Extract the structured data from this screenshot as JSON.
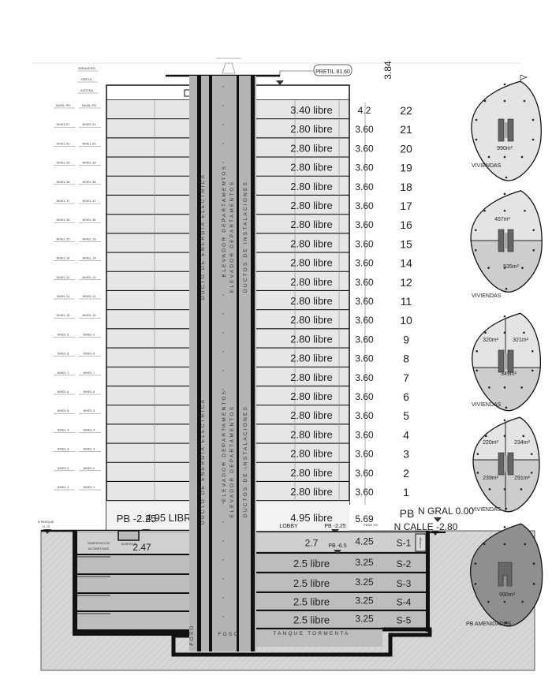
{
  "roof": {
    "pretil_label": "PRETIL 81.60",
    "pretil_height": "3.84",
    "top_labels": [
      "MIRADERO",
      "PRETIL",
      "AZOTEA"
    ]
  },
  "floors": [
    {
      "num": "22",
      "clear": "3.40 libre",
      "height": "4.2",
      "level": "NIVEL PH"
    },
    {
      "num": "21",
      "clear": "2.80 libre",
      "height": "3.60",
      "level": "NIVEL 21"
    },
    {
      "num": "20",
      "clear": "2.80 libre",
      "height": "3.60",
      "level": "NIVEL 20"
    },
    {
      "num": "19",
      "clear": "2.80 libre",
      "height": "3.60",
      "level": "NIVEL 19"
    },
    {
      "num": "18",
      "clear": "2.80 libre",
      "height": "3.60",
      "level": "NIVEL 18"
    },
    {
      "num": "17",
      "clear": "2.80 libre",
      "height": "3.60",
      "level": "NIVEL 17"
    },
    {
      "num": "16",
      "clear": "2.80 libre",
      "height": "3.60",
      "level": "NIVEL 16"
    },
    {
      "num": "15",
      "clear": "2.80 libre",
      "height": "3.60",
      "level": "NIVEL 15"
    },
    {
      "num": "14",
      "clear": "2.80 libre",
      "height": "3.60",
      "level": "NIVEL 14"
    },
    {
      "num": "12",
      "clear": "2.80 libre",
      "height": "3.60",
      "level": "NIVEL 12"
    },
    {
      "num": "11",
      "clear": "2.80 libre",
      "height": "3.60",
      "level": "NIVEL 11"
    },
    {
      "num": "10",
      "clear": "2.80 libre",
      "height": "3.60",
      "level": "NIVEL 10"
    },
    {
      "num": "9",
      "clear": "2.80 libre",
      "height": "3.60",
      "level": "NIVEL 9"
    },
    {
      "num": "8",
      "clear": "2.80 libre",
      "height": "3.60",
      "level": "NIVEL 8"
    },
    {
      "num": "7",
      "clear": "2.80 libre",
      "height": "3.60",
      "level": "NIVEL 7"
    },
    {
      "num": "6",
      "clear": "2.80 libre",
      "height": "3.60",
      "level": "NIVEL 6"
    },
    {
      "num": "5",
      "clear": "2.80 libre",
      "height": "3.60",
      "level": "NIVEL 5"
    },
    {
      "num": "4",
      "clear": "2.80 libre",
      "height": "3.60",
      "level": "NIVEL 4"
    },
    {
      "num": "3",
      "clear": "2.80 libre",
      "height": "3.60",
      "level": "NIVEL 3"
    },
    {
      "num": "2",
      "clear": "2.80 libre",
      "height": "3.60",
      "level": "NIVEL 2"
    },
    {
      "num": "1",
      "clear": "2.80 libre",
      "height": "3.60",
      "level": "NIVEL 1"
    }
  ],
  "ground": {
    "left_level": "PB -2.25",
    "left_clear": "4.95 LIBRE",
    "right_clear": "4.95 libre",
    "lobby": "LOBBY",
    "right_level": "PB -2.25",
    "height": "5.69",
    "pb": "PB",
    "n_gral": "N GRAL 0.00",
    "n_calle": "N CALLE -2.80",
    "n_parque": "N PARQUE",
    "n_parque_val": "+2.75",
    "pend_left": "PEND 2%",
    "pend_right": "PEND 4%"
  },
  "basement_left": {
    "substation": "SUBESTACION",
    "acometidas": "ACOMETIDAS",
    "alberca": "ALBERCA",
    "alberca_height": "2.47"
  },
  "basements": [
    {
      "name": "S-1",
      "clear": "2.7",
      "level": "PB -6.5",
      "height": "4.25",
      "bodega": "bodega"
    },
    {
      "name": "S-2",
      "clear": "2.5 libre",
      "height": "3.25"
    },
    {
      "name": "S-3",
      "clear": "2.5 libre",
      "height": "3.25"
    },
    {
      "name": "S-4",
      "clear": "2.5 libre",
      "height": "3.25"
    },
    {
      "name": "S-5",
      "clear": "2.5 libre",
      "height": "3.25"
    }
  ],
  "core": {
    "ducto_energia": "DUCTO DE ENERGIA ELECTRICA",
    "elevador": "ELEVADOR DEPARTAMENTOS",
    "ductos_inst": "DUCTOS DE INSTALACIONES",
    "foso": "FOSO",
    "tanque": "TANQUE TORMENTA"
  },
  "plans": [
    {
      "label": "VIVIENDAS",
      "areas": [
        "990m²"
      ],
      "split": "none"
    },
    {
      "label": "VIVIENDAS",
      "areas": [
        "457m²",
        "535m²"
      ],
      "split": "half"
    },
    {
      "label": "VIVIENDAS",
      "areas": [
        "320m²",
        "321m²",
        "349m²"
      ],
      "split": "three"
    },
    {
      "label": "VIVIENDAS",
      "areas": [
        "220m²",
        "234m²",
        "239m²",
        "291m²"
      ],
      "split": "four"
    },
    {
      "label": "PB AMENIDADES",
      "areas": [
        "990m²"
      ],
      "split": "amenities"
    }
  ],
  "colors": {
    "ink": "#111111",
    "floor_fill": "#e6e6e6",
    "basement_fill": "#bdbdbd",
    "core_fill": "#b4b4b4",
    "ground_fill": "#d4d4d4",
    "plan_light": "#e4e4e4",
    "plan_mid": "#cdcdcd",
    "plan_dark": "#8f8f8f"
  }
}
